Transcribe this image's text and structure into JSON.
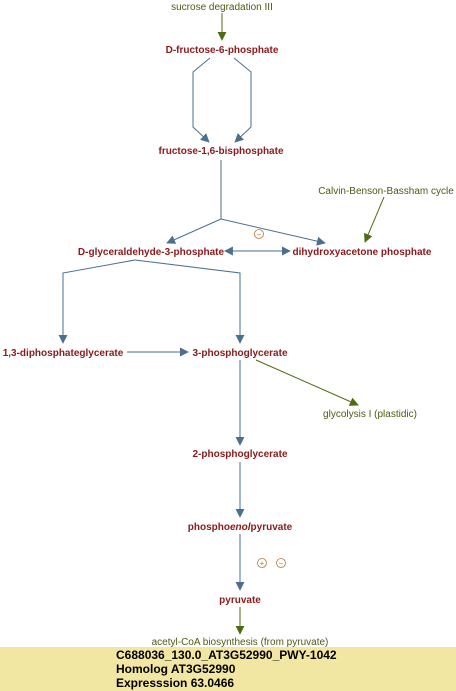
{
  "nodes": {
    "fructose_6_phosphate": "D-fructose-6-phosphate",
    "fructose_1_6_bisphosphate": "fructose-1,6-bisphosphate",
    "glyceraldehyde_3_phosphate": "D-glyceraldehyde-3-phosphate",
    "dihydroxyacetone_phosphate": "dihydroxyacetone phosphate",
    "diphosphateglycerate": "1,3-diphosphateglycerate",
    "phosphoglycerate_3": "3-phosphoglycerate",
    "phosphoglycerate_2": "2-phosphoglycerate",
    "phosphoenolpyruvate_prefix": "phospho",
    "phosphoenolpyruvate_italic": "enol",
    "phosphoenolpyruvate_suffix": "pyruvate",
    "pyruvate": "pyruvate"
  },
  "links": {
    "sucrose_degradation": "sucrose degradation III",
    "calvin_cycle": "Calvin-Benson-Bassham cycle",
    "glycolysis_plastidic": "glycolysis I (plastidic)",
    "acetyl_coa": "acetyl-CoA biosynthesis (from pyruvate)"
  },
  "regulators": {
    "minus_1": "−",
    "plus_1": "+",
    "minus_2": "−"
  },
  "footer": {
    "line1": "C688036_130.0_AT3G52990_PWY-1042",
    "line2": "Homolog AT3G52990",
    "line3": "Expresssion 63.0466"
  },
  "colors": {
    "compound": "#8b1a1a",
    "link": "#4f5a14",
    "reaction_arrow": "#4a6f90",
    "link_arrow": "#4f6b12",
    "footer_bg": "#f2e6a3"
  }
}
